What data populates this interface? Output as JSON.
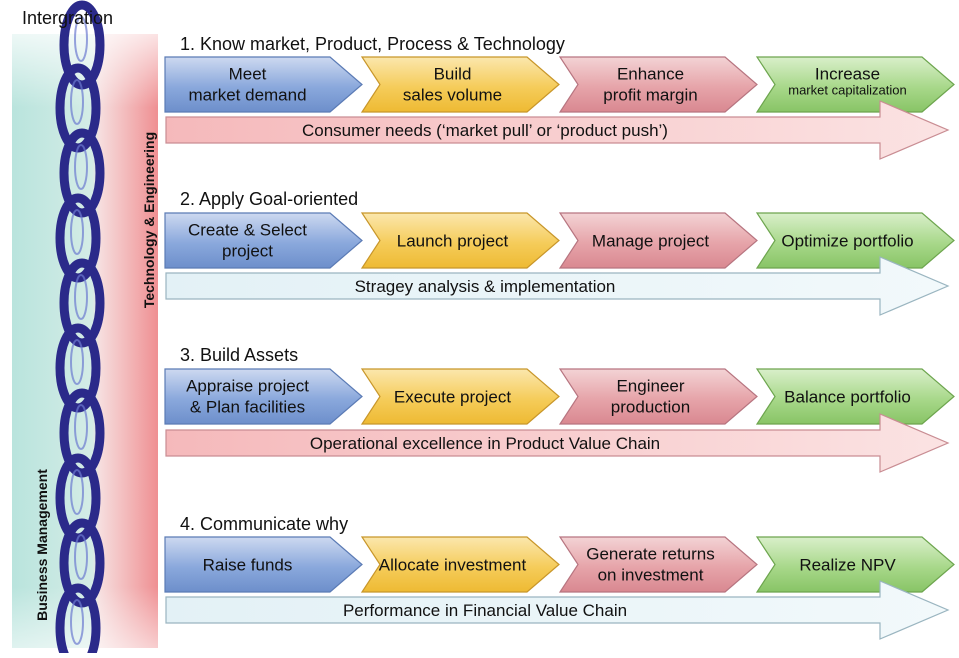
{
  "header": "Intergration",
  "left_labels": {
    "tech": "Technology & Engineering",
    "business": "Business Management"
  },
  "sections": [
    {
      "title": "1.  Know market, Product, Process & Technology",
      "steps": [
        {
          "lines": [
            "Meet",
            "market demand"
          ]
        },
        {
          "lines": [
            "Build",
            "sales volume"
          ]
        },
        {
          "lines": [
            "Enhance",
            "profit margin"
          ]
        },
        {
          "lines": [
            "Increase",
            "market capitalization"
          ]
        }
      ],
      "band": "Consumer needs (‘market pull’ or ‘product push’)"
    },
    {
      "title": "2.  Apply Goal-oriented",
      "steps": [
        {
          "lines": [
            "Create & Select",
            "project"
          ]
        },
        {
          "lines": [
            "Launch project"
          ]
        },
        {
          "lines": [
            "Manage project"
          ]
        },
        {
          "lines": [
            "Optimize portfolio"
          ]
        }
      ],
      "band": "Stragey analysis & implementation"
    },
    {
      "title": "3.  Build Assets",
      "steps": [
        {
          "lines": [
            "Appraise project",
            "& Plan facilities"
          ]
        },
        {
          "lines": [
            "Execute project"
          ]
        },
        {
          "lines": [
            "Engineer",
            "production"
          ]
        },
        {
          "lines": [
            "Balance portfolio"
          ]
        }
      ],
      "band": "Operational excellence in Product Value Chain"
    },
    {
      "title": "4.  Communicate why",
      "steps": [
        {
          "lines": [
            "Raise funds"
          ]
        },
        {
          "lines": [
            "Allocate investment"
          ]
        },
        {
          "lines": [
            "Generate returns",
            "on investment"
          ]
        },
        {
          "lines": [
            "Realize NPV"
          ]
        }
      ],
      "band": "Performance in Financial Value Chain"
    }
  ],
  "colors": {
    "step_blue": "#8aa8dc",
    "step_yellow": "#f5cc5a",
    "step_red": "#e6a4a9",
    "step_green": "#a8d88a",
    "band_red": "#f5c8c8",
    "band_light": "#e6f2f6",
    "chain": "#2b2a8a",
    "left_strip": "#a9dcd8"
  }
}
